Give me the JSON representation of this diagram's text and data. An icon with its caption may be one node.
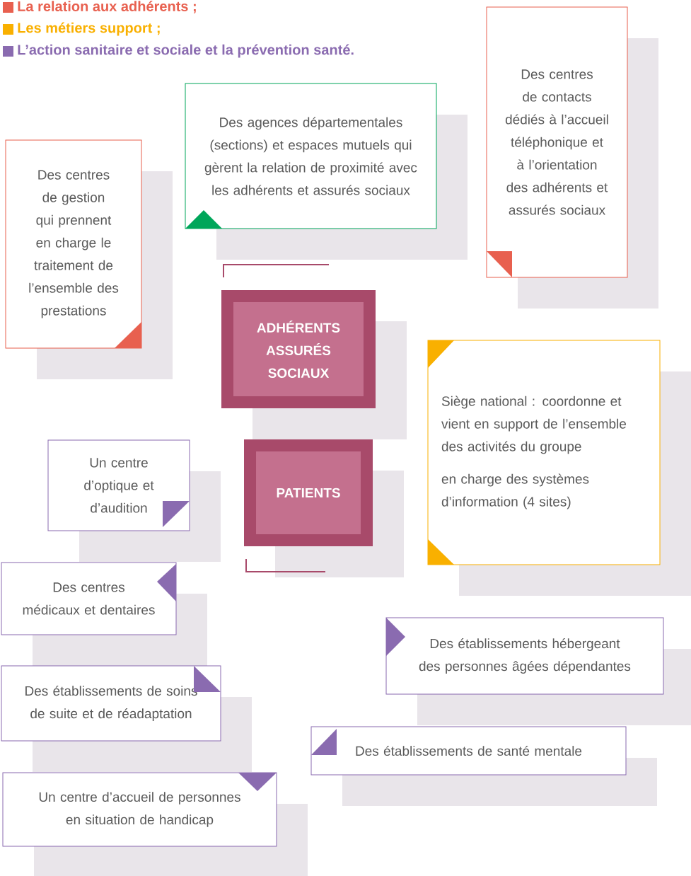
{
  "diagram": {
    "nodes": [
      {
        "text": [
          "Des centres de gestion qui prennent en charge le traitement de l’ensemble des prestations"
        ]
      },
      {
        "text": [
          "Des agences départementales (sections) et espaces mutuels qui gèrent la relation de proximité avec les adhérents et assurés sociaux"
        ]
      },
      {
        "text": [
          "Des centres de contacts dédiés à l’accueil téléphonique et à l’orientation des adhérents et assurés sociaux"
        ]
      },
      {
        "text": [
          "ADHÉRENTS ASSURÉS SOCIAUX"
        ]
      },
      {
        "text": [
          "Siège national : coordonne et vient en support de l’ensemble des activités du groupe",
          "en charge des systèmes d’information (4 sites)"
        ]
      },
      {
        "text": [
          "PATIENTS"
        ]
      },
      {
        "text": [
          "Un centre d’optique et d’audition"
        ]
      },
      {
        "text": [
          "Des centres médicaux et dentaires"
        ]
      },
      {
        "text": [
          "Des établissements hébergeant des personnes âgées dépendantes"
        ]
      },
      {
        "text": [
          "Des établissements de soins de suite et de réadaptation"
        ]
      },
      {
        "text": [
          "Des établissements de santé mentale"
        ]
      },
      {
        "text": [
          "Un centre d’accueil de personnes en situation de handicap"
        ]
      }
    ],
    "legend": [
      {
        "text": "La relation aux adhérents ;",
        "color": "#e8604f"
      },
      {
        "text": "Les métiers support ;",
        "color": "#f9b000"
      },
      {
        "text": "L’action sanitaire et sociale et la prévention santé.",
        "color": "#8a6bb0"
      }
    ]
  }
}
